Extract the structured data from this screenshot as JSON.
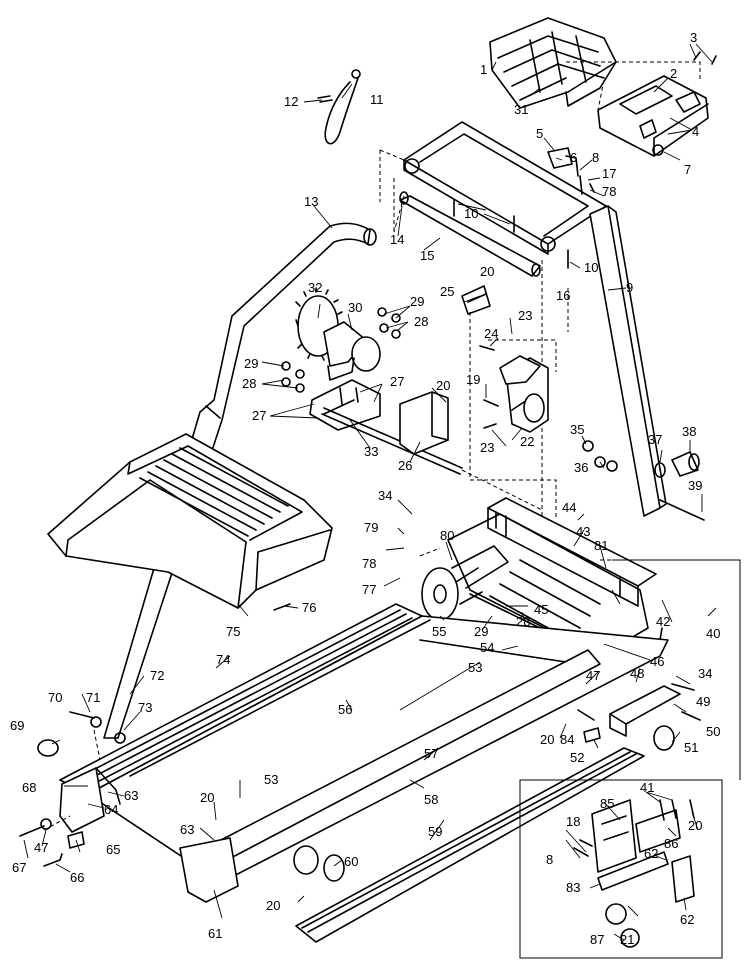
{
  "callouts": [
    {
      "id": "c1",
      "text": "1"
    },
    {
      "id": "c2",
      "text": "2"
    },
    {
      "id": "c3",
      "text": "3"
    },
    {
      "id": "c4",
      "text": "4"
    },
    {
      "id": "c5",
      "text": "5"
    },
    {
      "id": "c6",
      "text": "6"
    },
    {
      "id": "c7",
      "text": "7"
    },
    {
      "id": "c8",
      "text": "8"
    },
    {
      "id": "c8b",
      "text": "8"
    },
    {
      "id": "c9",
      "text": "9"
    },
    {
      "id": "c10",
      "text": "10"
    },
    {
      "id": "c10b",
      "text": "10"
    },
    {
      "id": "c11",
      "text": "11"
    },
    {
      "id": "c12",
      "text": "12"
    },
    {
      "id": "c13",
      "text": "13"
    },
    {
      "id": "c14",
      "text": "14"
    },
    {
      "id": "c15",
      "text": "15"
    },
    {
      "id": "c16",
      "text": "16"
    },
    {
      "id": "c17",
      "text": "17"
    },
    {
      "id": "c18",
      "text": "18"
    },
    {
      "id": "c19",
      "text": "19"
    },
    {
      "id": "c20a",
      "text": "20"
    },
    {
      "id": "c20b",
      "text": "20"
    },
    {
      "id": "c20c",
      "text": "20"
    },
    {
      "id": "c20d",
      "text": "20"
    },
    {
      "id": "c20e",
      "text": "20"
    },
    {
      "id": "c20f",
      "text": "20"
    },
    {
      "id": "c21",
      "text": "21"
    },
    {
      "id": "c22",
      "text": "22"
    },
    {
      "id": "c23a",
      "text": "23"
    },
    {
      "id": "c23b",
      "text": "23"
    },
    {
      "id": "c24",
      "text": "24"
    },
    {
      "id": "c25",
      "text": "25"
    },
    {
      "id": "c26",
      "text": "26"
    },
    {
      "id": "c27a",
      "text": "27"
    },
    {
      "id": "c27b",
      "text": "27"
    },
    {
      "id": "c28a",
      "text": "28"
    },
    {
      "id": "c28b",
      "text": "28"
    },
    {
      "id": "c28c",
      "text": "28"
    },
    {
      "id": "c29a",
      "text": "29"
    },
    {
      "id": "c29b",
      "text": "29"
    },
    {
      "id": "c29c",
      "text": "29"
    },
    {
      "id": "c30",
      "text": "30"
    },
    {
      "id": "c31",
      "text": "31"
    },
    {
      "id": "c32",
      "text": "32"
    },
    {
      "id": "c33",
      "text": "33"
    },
    {
      "id": "c34a",
      "text": "34"
    },
    {
      "id": "c34b",
      "text": "34"
    },
    {
      "id": "c35",
      "text": "35"
    },
    {
      "id": "c36",
      "text": "36"
    },
    {
      "id": "c37",
      "text": "37"
    },
    {
      "id": "c38",
      "text": "38"
    },
    {
      "id": "c39",
      "text": "39"
    },
    {
      "id": "c40",
      "text": "40"
    },
    {
      "id": "c41",
      "text": "41"
    },
    {
      "id": "c42",
      "text": "42"
    },
    {
      "id": "c43",
      "text": "43"
    },
    {
      "id": "c44",
      "text": "44"
    },
    {
      "id": "c45",
      "text": "45"
    },
    {
      "id": "c46",
      "text": "46"
    },
    {
      "id": "c47a",
      "text": "47"
    },
    {
      "id": "c47b",
      "text": "47"
    },
    {
      "id": "c48",
      "text": "48"
    },
    {
      "id": "c49",
      "text": "49"
    },
    {
      "id": "c50",
      "text": "50"
    },
    {
      "id": "c51",
      "text": "51"
    },
    {
      "id": "c52",
      "text": "52"
    },
    {
      "id": "c53a",
      "text": "53"
    },
    {
      "id": "c53b",
      "text": "53"
    },
    {
      "id": "c54",
      "text": "54"
    },
    {
      "id": "c55",
      "text": "55"
    },
    {
      "id": "c56",
      "text": "56"
    },
    {
      "id": "c57",
      "text": "57"
    },
    {
      "id": "c58",
      "text": "58"
    },
    {
      "id": "c59",
      "text": "59"
    },
    {
      "id": "c60",
      "text": "60"
    },
    {
      "id": "c61",
      "text": "61"
    },
    {
      "id": "c62a",
      "text": "62"
    },
    {
      "id": "c62b",
      "text": "62"
    },
    {
      "id": "c63a",
      "text": "63"
    },
    {
      "id": "c63b",
      "text": "63"
    },
    {
      "id": "c64",
      "text": "64"
    },
    {
      "id": "c65",
      "text": "65"
    },
    {
      "id": "c66",
      "text": "66"
    },
    {
      "id": "c67",
      "text": "67"
    },
    {
      "id": "c68",
      "text": "68"
    },
    {
      "id": "c69",
      "text": "69"
    },
    {
      "id": "c70",
      "text": "70"
    },
    {
      "id": "c71",
      "text": "71"
    },
    {
      "id": "c72",
      "text": "72"
    },
    {
      "id": "c73",
      "text": "73"
    },
    {
      "id": "c74",
      "text": "74"
    },
    {
      "id": "c75",
      "text": "75"
    },
    {
      "id": "c76",
      "text": "76"
    },
    {
      "id": "c77",
      "text": "77"
    },
    {
      "id": "c78a",
      "text": "78"
    },
    {
      "id": "c78b",
      "text": "78"
    },
    {
      "id": "c79",
      "text": "79"
    },
    {
      "id": "c80",
      "text": "80"
    },
    {
      "id": "c81",
      "text": "81"
    },
    {
      "id": "c83",
      "text": "83"
    },
    {
      "id": "c84",
      "text": "84"
    },
    {
      "id": "c85",
      "text": "85"
    },
    {
      "id": "c86",
      "text": "86"
    },
    {
      "id": "c87",
      "text": "87"
    }
  ]
}
